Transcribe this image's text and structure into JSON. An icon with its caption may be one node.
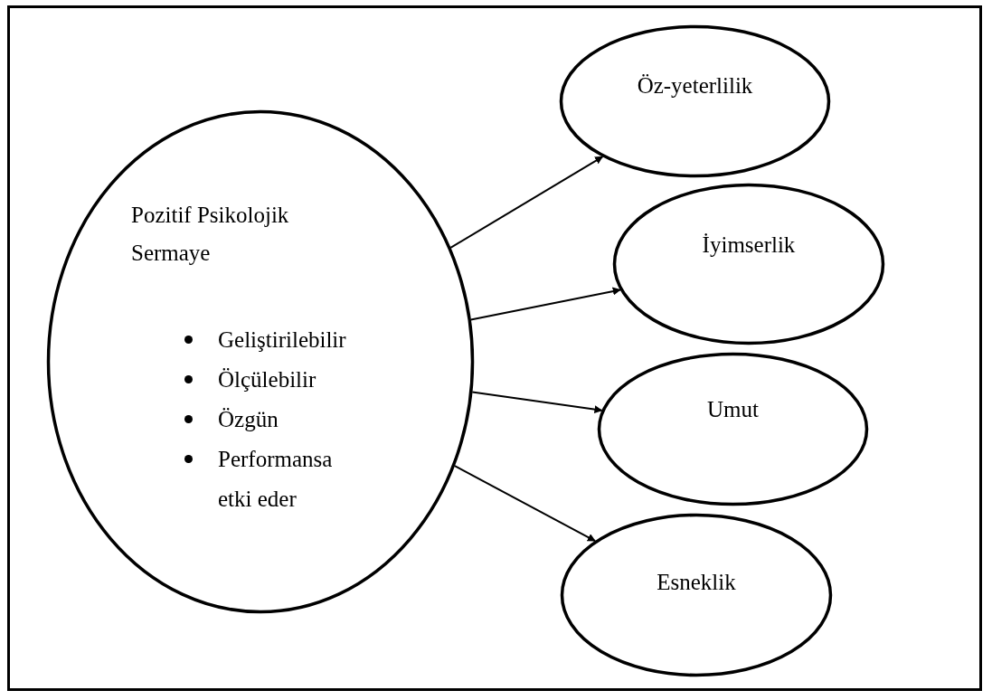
{
  "diagram": {
    "nodes": [
      {
        "text": [
          "Pozitif Psikolojik Sermaye",
          "Geliştirilebilir",
          "Ölçülebilir",
          "Özgün",
          "Performansa etki eder"
        ]
      },
      {
        "text": [
          "Öz-yeterlilik"
        ]
      },
      {
        "text": [
          "İyimserlik"
        ]
      },
      {
        "text": [
          "Umut"
        ]
      },
      {
        "text": [
          "Esneklik"
        ]
      }
    ],
    "edges": [
      {
        "from": 0,
        "to": 1,
        "arrow": "to"
      },
      {
        "from": 0,
        "to": 2,
        "arrow": "to"
      },
      {
        "from": 0,
        "to": 3,
        "arrow": "to"
      },
      {
        "from": 0,
        "to": 4,
        "arrow": "to"
      }
    ]
  }
}
